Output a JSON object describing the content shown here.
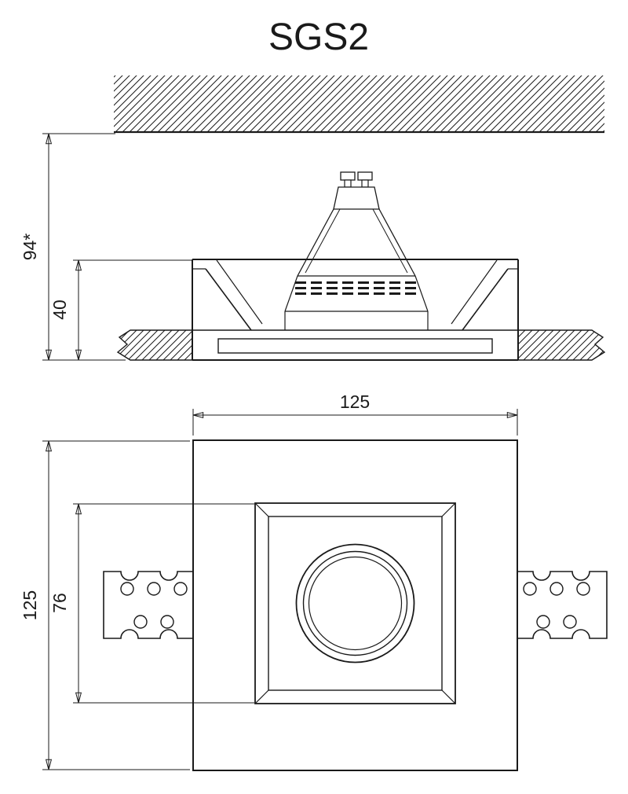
{
  "title": "SGS2",
  "section_view": {
    "dim_overall_depth": "94*",
    "dim_body_depth": "40"
  },
  "plan_view": {
    "dim_width": "125",
    "dim_height": "125",
    "dim_inner_frame": "76"
  },
  "colors": {
    "line": "#1a1a1a",
    "background": "#ffffff"
  }
}
